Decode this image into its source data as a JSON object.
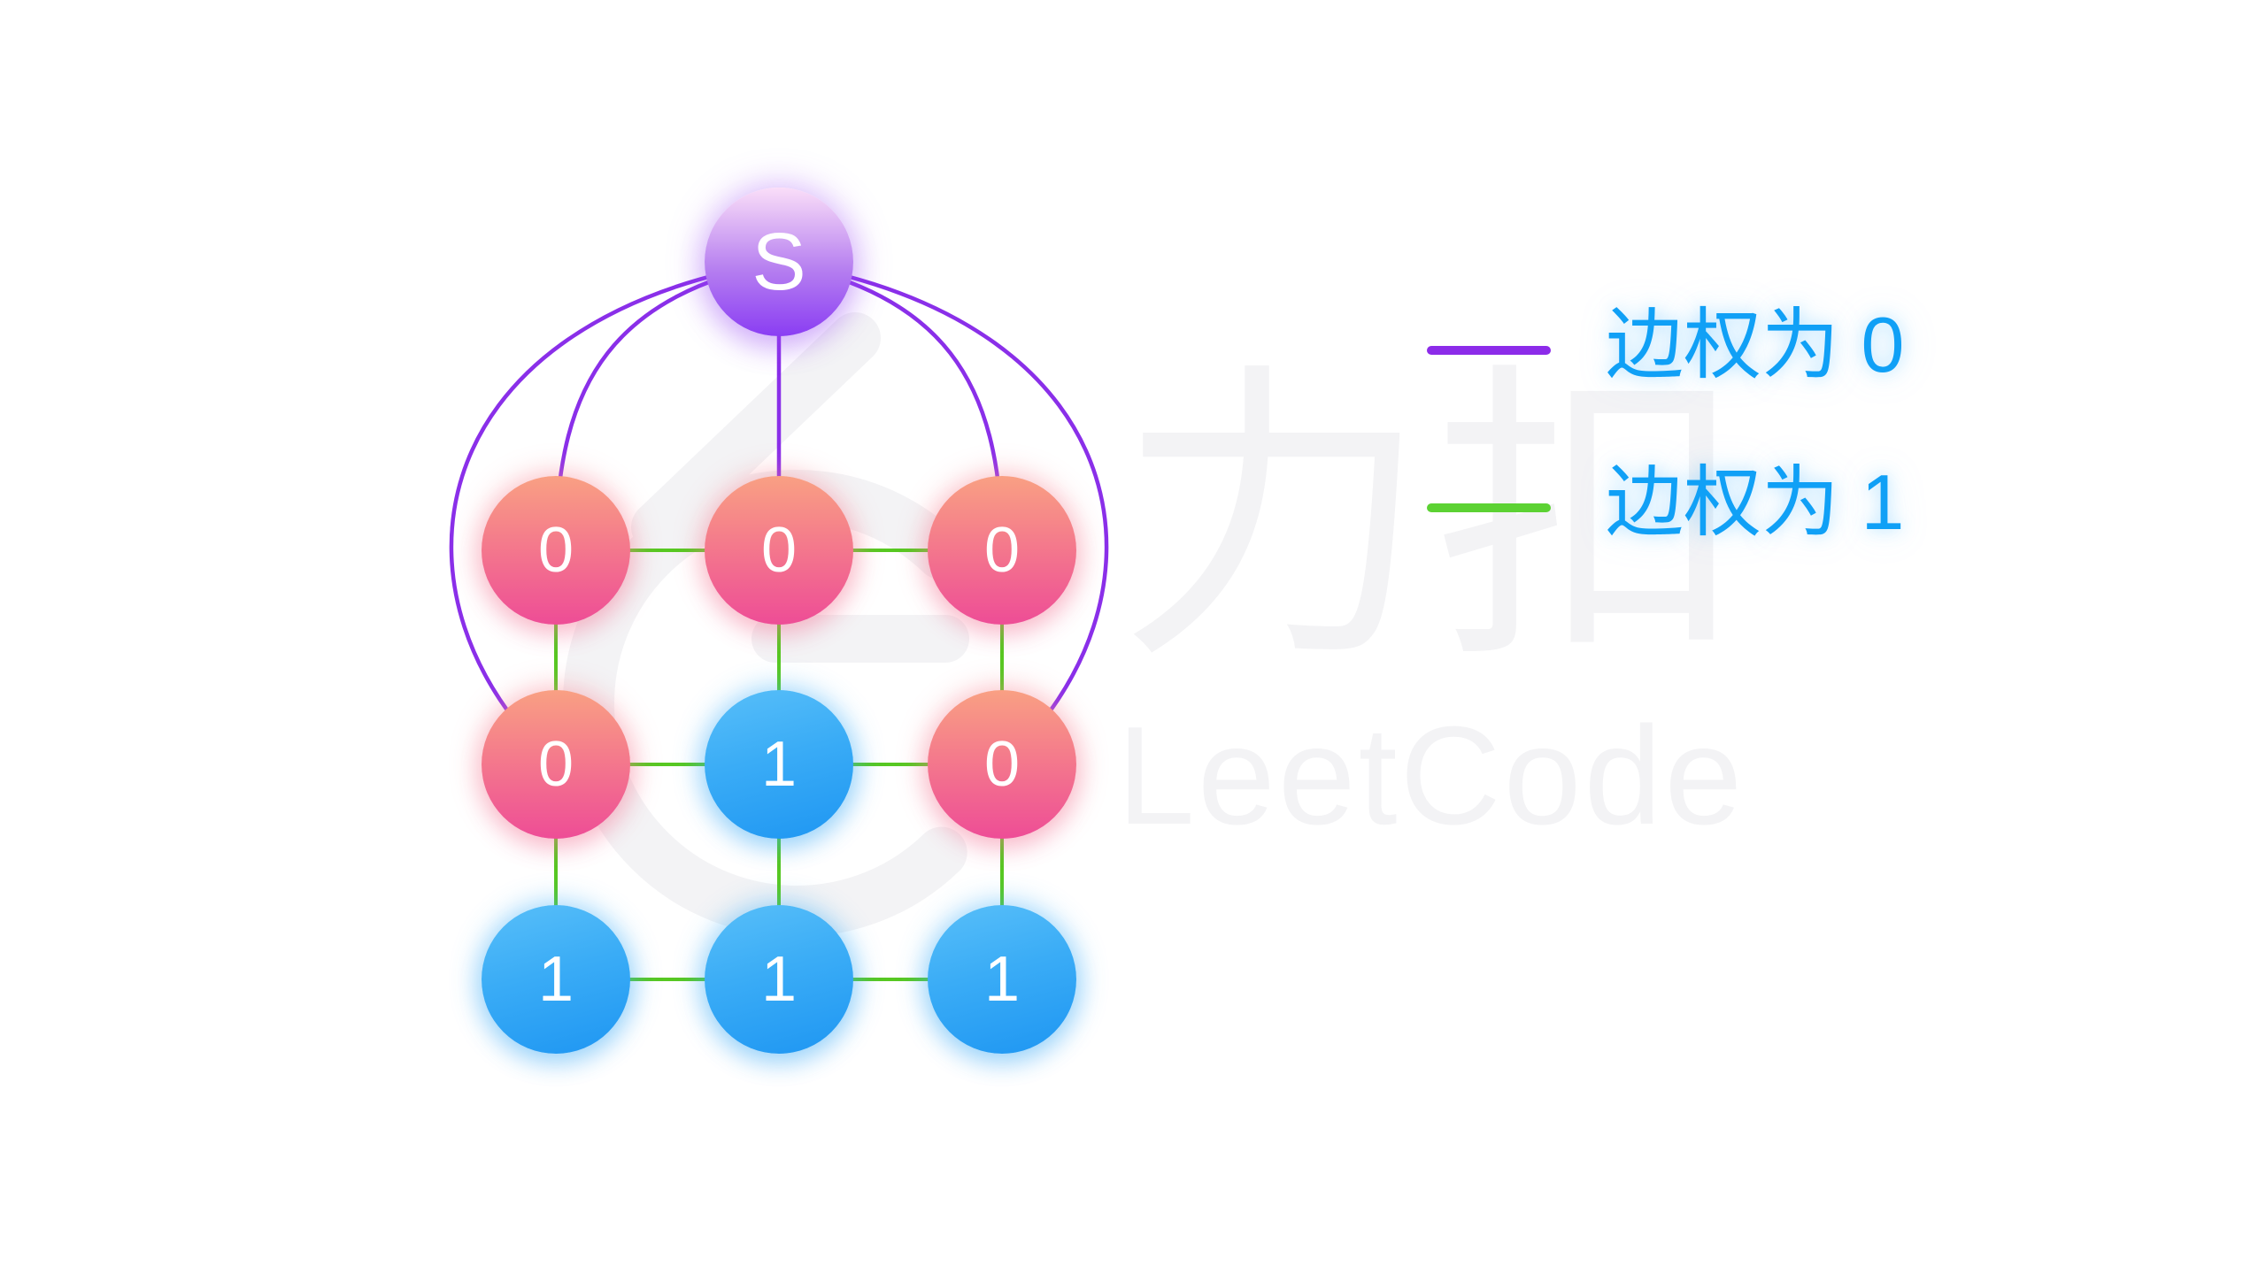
{
  "page": {
    "background_color": "#ffffff",
    "description_domain": "graph-diagram"
  },
  "watermark": {
    "cn_text": "力扣",
    "en_text": "LeetCode",
    "color": "#f3f3f5"
  },
  "legend": {
    "text_color": "#10a0f6",
    "items": [
      {
        "label": "边权为 0",
        "swatch_color": "#8c2be9",
        "weight": 0
      },
      {
        "label": "边权为 1",
        "swatch_color": "#5cd233",
        "weight": 1
      }
    ]
  },
  "graph": {
    "start": {
      "label": "S"
    },
    "grid_labels": [
      [
        "0",
        "0",
        "0"
      ],
      [
        "0",
        "1",
        "0"
      ],
      [
        "1",
        "1",
        "1"
      ]
    ],
    "node_colors": {
      "start_top": "#fadef8",
      "start_bottom": "#8a3df3",
      "zero_top": "#f9a083",
      "zero_bottom": "#ee4d96",
      "one_top": "#58bff9",
      "one_bottom": "#1e96f2",
      "label_color": "#ffffff"
    },
    "edge_colors": {
      "weight0": "#8a2fe9",
      "weight1": "#57c822"
    },
    "weight0_edges_from_start_to_cells": [
      [
        0,
        0
      ],
      [
        0,
        1
      ],
      [
        0,
        2
      ],
      [
        1,
        0
      ],
      [
        1,
        2
      ]
    ],
    "weight1_grid_edges": [
      [
        [
          0,
          0
        ],
        [
          0,
          1
        ]
      ],
      [
        [
          0,
          1
        ],
        [
          0,
          2
        ]
      ],
      [
        [
          1,
          0
        ],
        [
          1,
          1
        ]
      ],
      [
        [
          1,
          1
        ],
        [
          1,
          2
        ]
      ],
      [
        [
          2,
          0
        ],
        [
          2,
          1
        ]
      ],
      [
        [
          2,
          1
        ],
        [
          2,
          2
        ]
      ],
      [
        [
          0,
          0
        ],
        [
          1,
          0
        ]
      ],
      [
        [
          1,
          0
        ],
        [
          2,
          0
        ]
      ],
      [
        [
          0,
          1
        ],
        [
          1,
          1
        ]
      ],
      [
        [
          1,
          1
        ],
        [
          2,
          1
        ]
      ],
      [
        [
          0,
          2
        ],
        [
          1,
          2
        ]
      ],
      [
        [
          1,
          2
        ],
        [
          2,
          2
        ]
      ]
    ]
  }
}
